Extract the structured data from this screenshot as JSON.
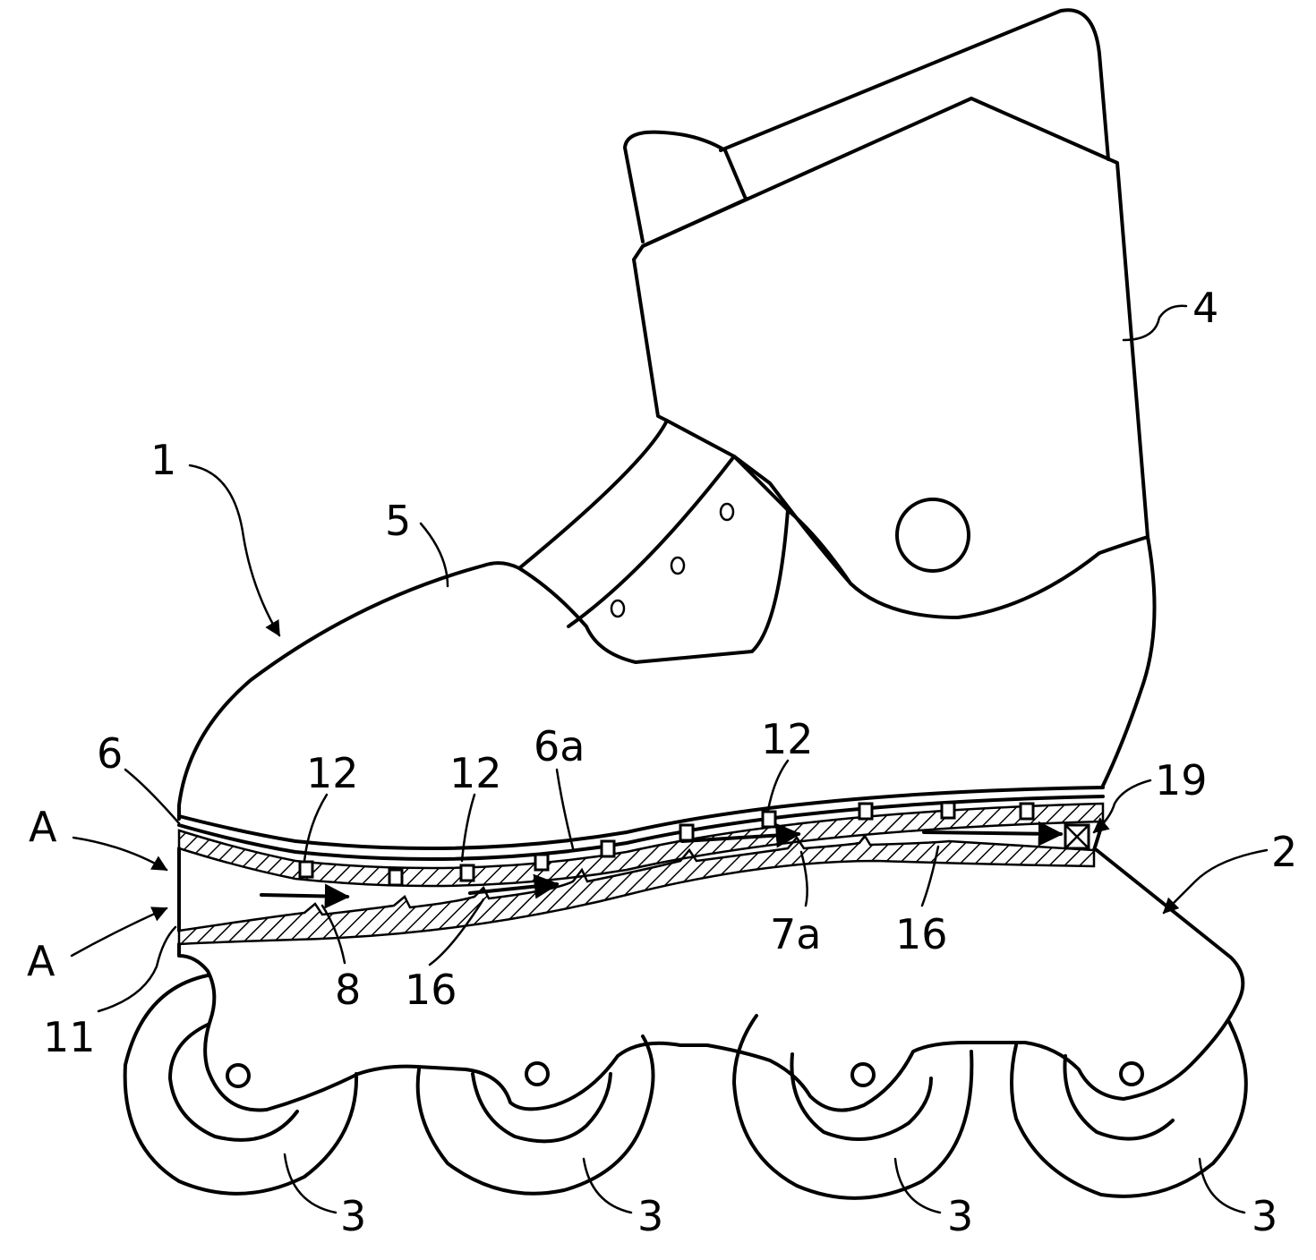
{
  "labels": {
    "skate": "1",
    "chassis": "2",
    "wheel": "3",
    "cuff": "4",
    "shell": "5",
    "sole_top": "6",
    "sole_layer": "6a",
    "channel": "7a",
    "passage": "8",
    "inlet": "11",
    "vent": "12",
    "fin": "16",
    "outlet": "19",
    "air_in": "A"
  }
}
